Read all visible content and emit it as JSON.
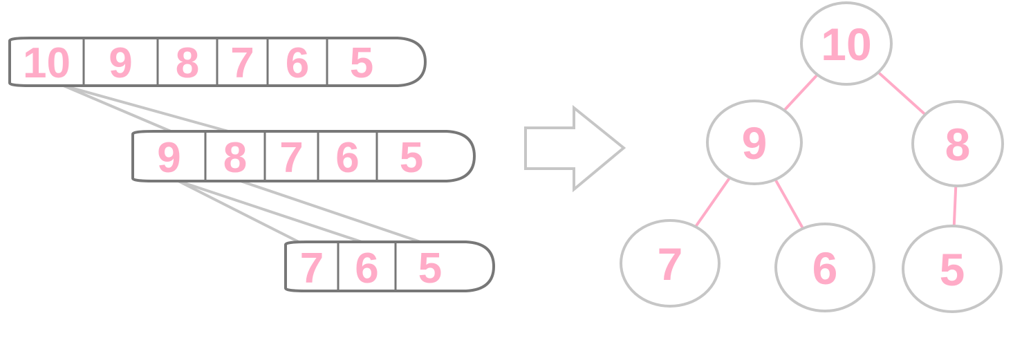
{
  "colors": {
    "text": "#FFABC7",
    "array_border": "#777777",
    "connector": "#C6C6C6",
    "node_border": "#C6C6C6",
    "tree_edge": "#FFABC7",
    "arrow": "#C6C6C6"
  },
  "arrays": [
    {
      "id": "row-1",
      "values": [
        "10",
        "9",
        "8",
        "7",
        "6",
        "5"
      ]
    },
    {
      "id": "row-2",
      "values": [
        "9",
        "8",
        "7",
        "6",
        "5"
      ]
    },
    {
      "id": "row-3",
      "values": [
        "7",
        "6",
        "5"
      ]
    }
  ],
  "arrow_icon": "right-arrow-outline-icon",
  "tree": {
    "nodes": [
      {
        "id": "n10",
        "label": "10"
      },
      {
        "id": "n9",
        "label": "9"
      },
      {
        "id": "n8",
        "label": "8"
      },
      {
        "id": "n7",
        "label": "7"
      },
      {
        "id": "n6",
        "label": "6"
      },
      {
        "id": "n5",
        "label": "5"
      }
    ],
    "edges": [
      {
        "from": "n10",
        "to": "n9"
      },
      {
        "from": "n10",
        "to": "n8"
      },
      {
        "from": "n9",
        "to": "n7"
      },
      {
        "from": "n9",
        "to": "n6"
      },
      {
        "from": "n8",
        "to": "n5"
      }
    ]
  }
}
